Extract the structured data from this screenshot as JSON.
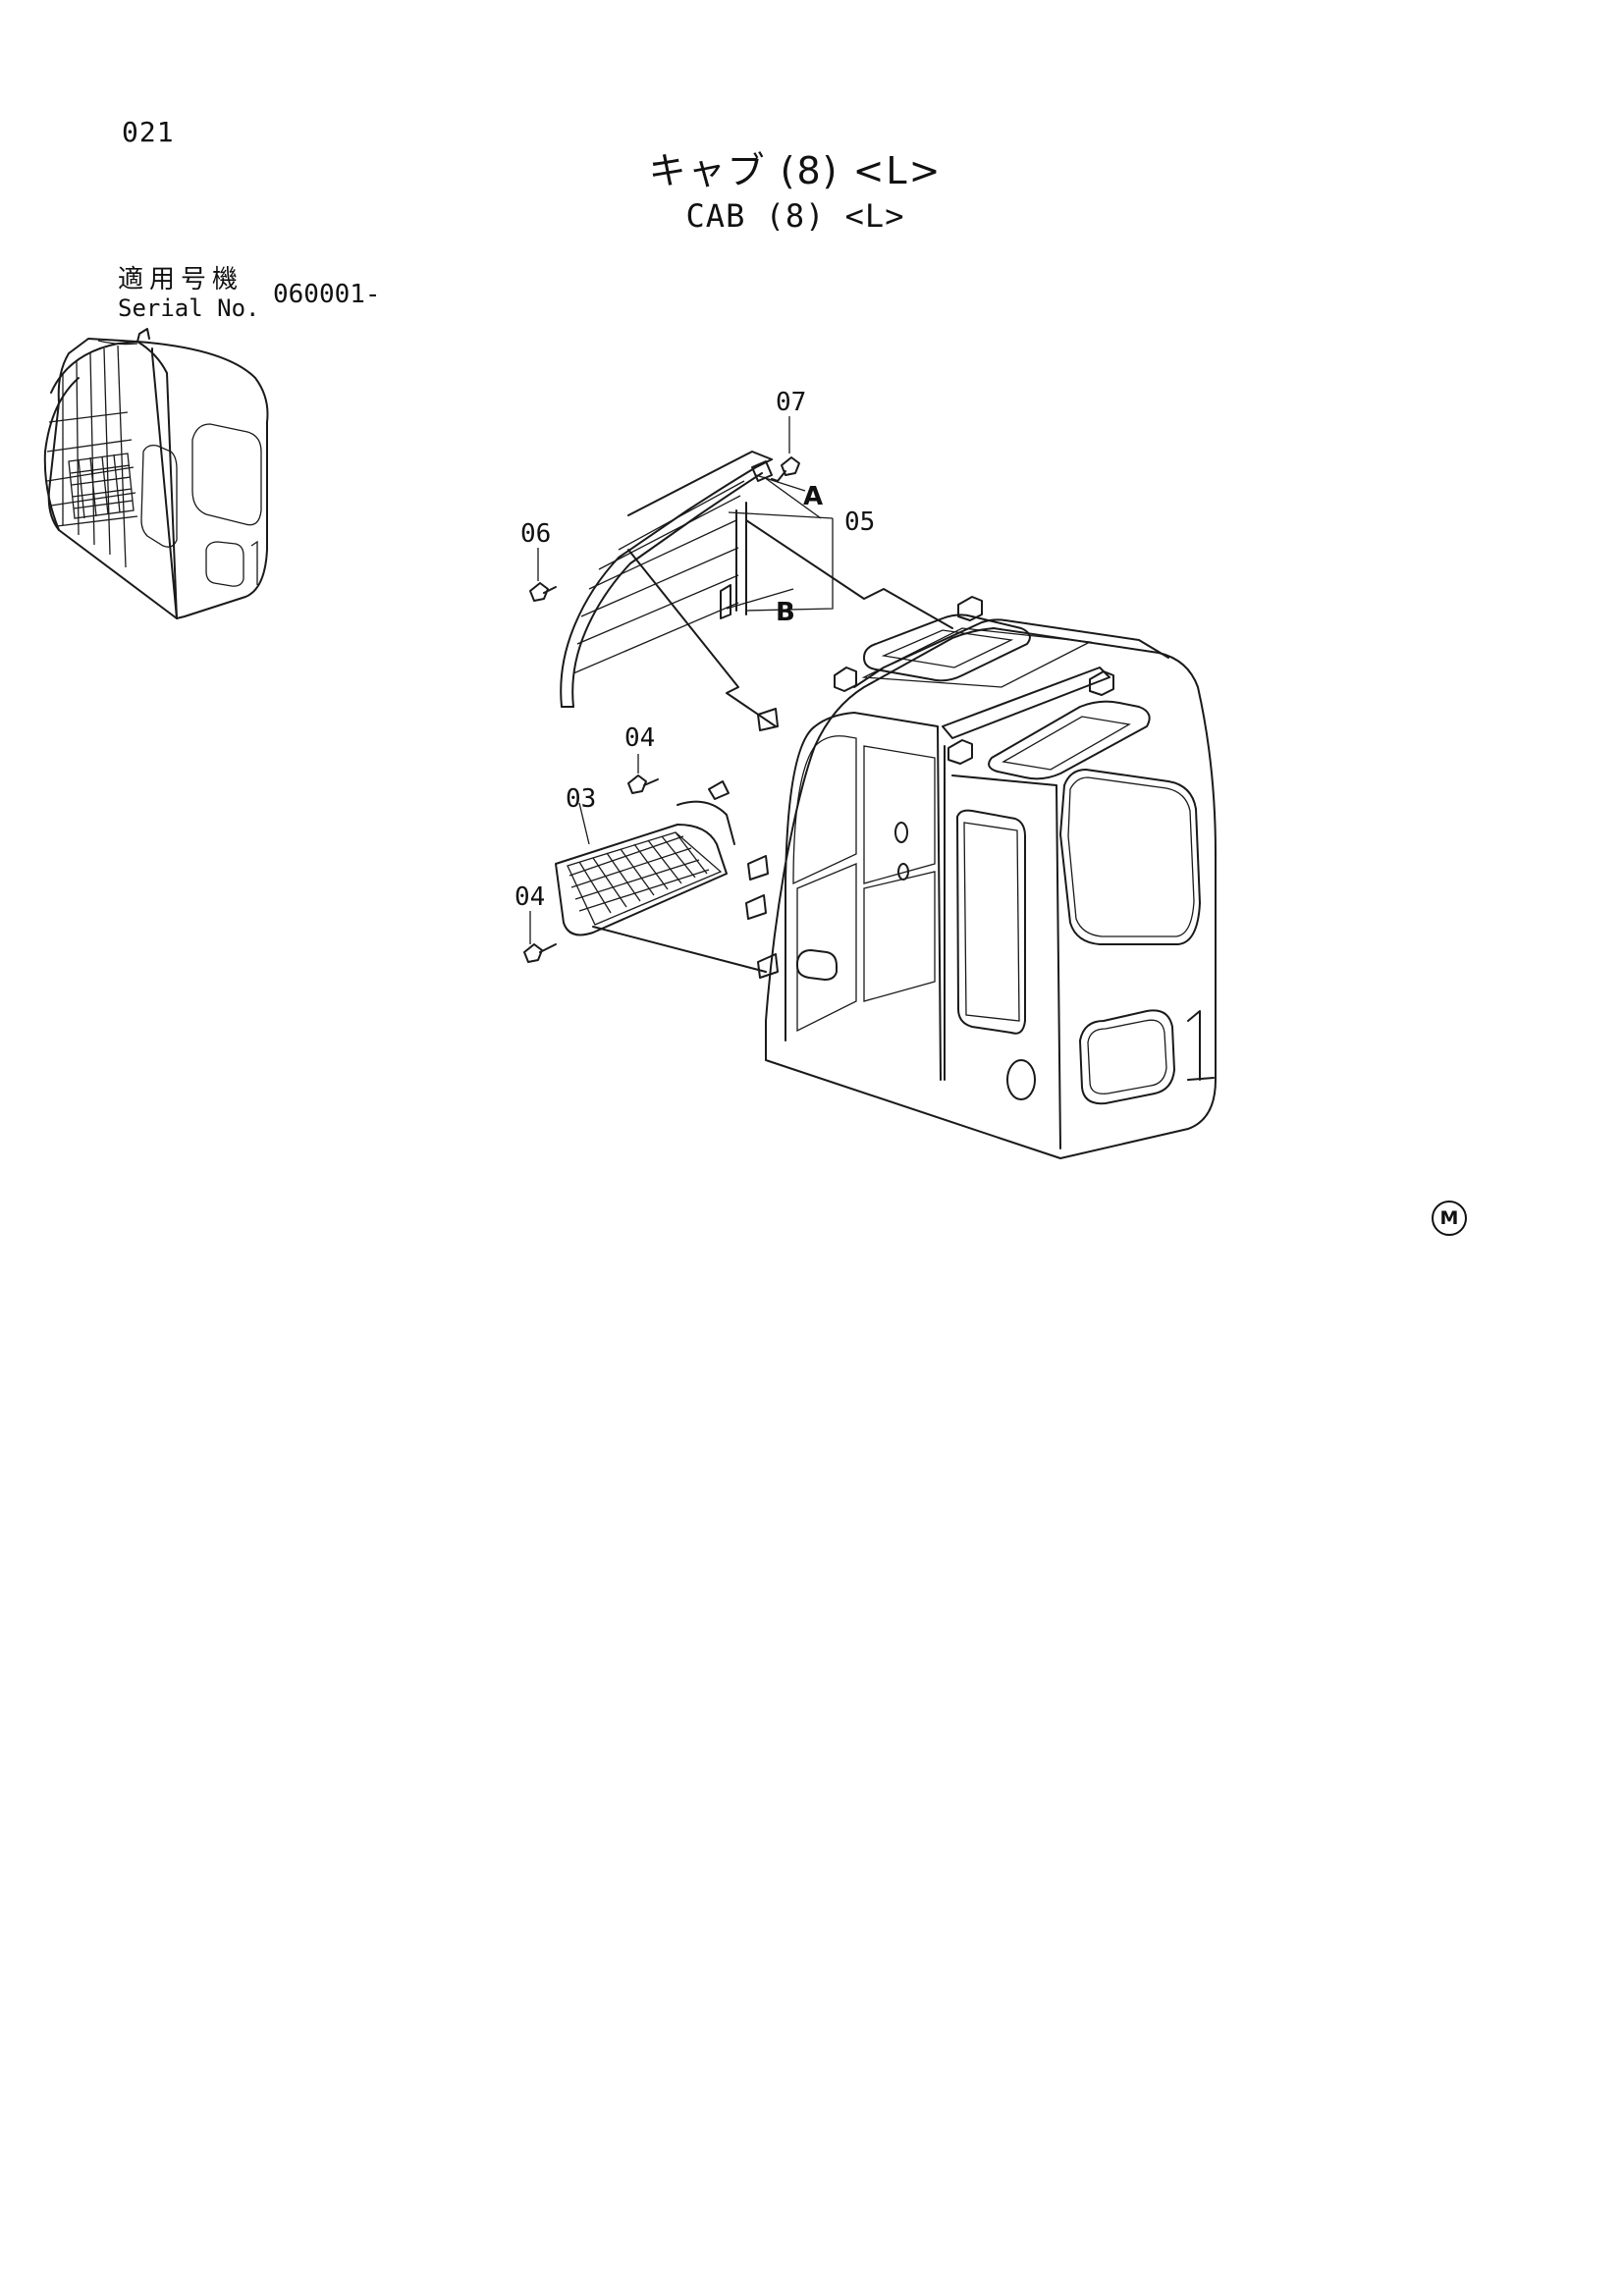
{
  "page": {
    "number": "021",
    "title_jp": "キャブ (8) <L>",
    "title_en": "CAB (8) <L>"
  },
  "serial": {
    "label_jp": "適用号機",
    "label_en": "Serial No.",
    "value": "060001-"
  },
  "parts": {
    "p03": "03",
    "p04a": "04",
    "p04b": "04",
    "p05": "05",
    "p06": "06",
    "p07": "07",
    "ref_a": "A",
    "ref_b": "B"
  },
  "marker": "M"
}
